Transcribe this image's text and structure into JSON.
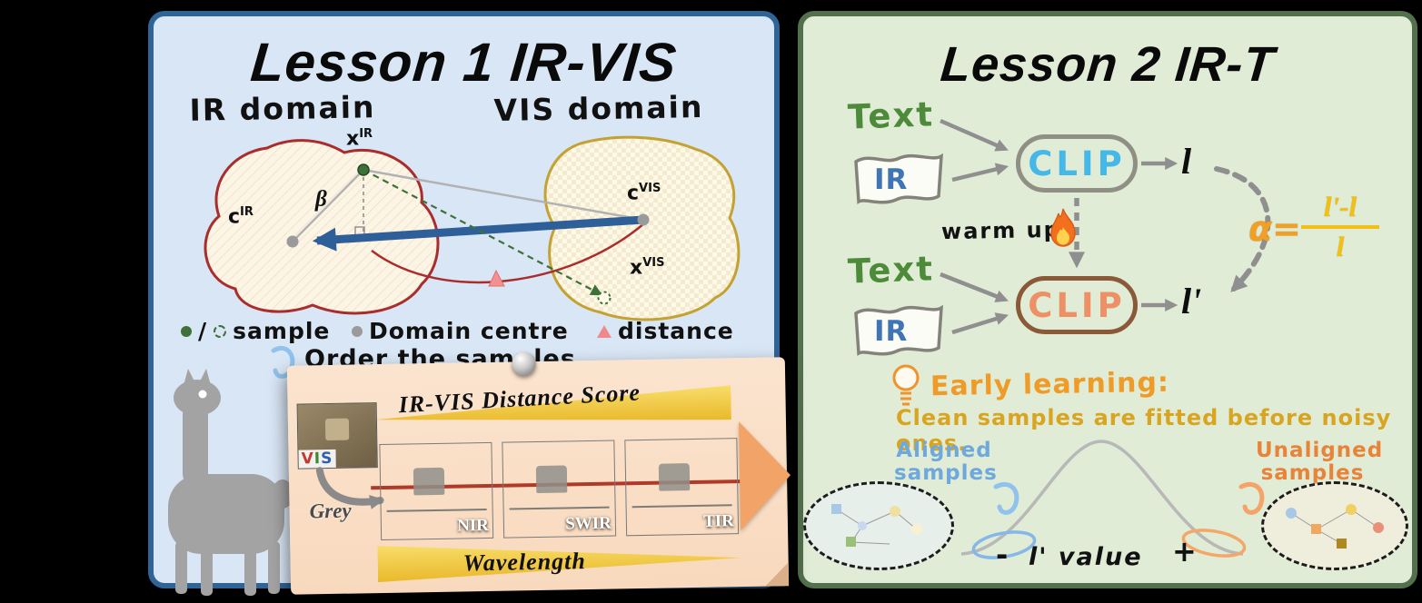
{
  "colors": {
    "panel1_bg": "#d9e6f5",
    "panel1_border": "#2f6496",
    "panel2_bg": "#e0ecd6",
    "panel2_border": "#53704c",
    "ir_blob_stroke": "#aa2d2d",
    "vis_blob_stroke": "#c3a233",
    "centre_arrow_blue": "#2f5f98",
    "sample_green": "#3e7039",
    "distance_pink": "#f08a8a",
    "clip1_text": "#45b8e8",
    "clip2_text": "#ee9066",
    "alpha_orange": "#f0a028",
    "fraction_yellow": "#f2c012",
    "early_orange": "#ef9b27",
    "early_gold": "#d9a520",
    "aligned_blue": "#6fa8dc",
    "unaligned_orange": "#e8833a"
  },
  "lesson1": {
    "title": "Lesson 1 IR-VIS",
    "ir_domain": "IR domain",
    "vis_domain": "VIS domain",
    "points": {
      "x_ir": {
        "base": "x",
        "sup": "IR"
      },
      "c_ir": {
        "base": "c",
        "sup": "IR"
      },
      "c_vis": {
        "base": "c",
        "sup": "VIS"
      },
      "x_vis": {
        "base": "x",
        "sup": "VIS"
      },
      "beta": "β"
    },
    "legend": {
      "sep": "/",
      "sample": "sample",
      "centre": "Domain centre",
      "distance": "distance"
    },
    "order_text": "Order the samples",
    "strip": {
      "score_title": "IR-VIS Distance Score",
      "vis_letters": [
        "V",
        "I",
        "S"
      ],
      "grey": "Grey",
      "bands": [
        "NIR",
        "SWIR",
        "TIR"
      ],
      "wavelength": "Wavelength"
    }
  },
  "lesson2": {
    "title": "Lesson 2 IR-T",
    "stage1": {
      "text": "Text",
      "ir": "IR",
      "clip": "CLIP",
      "out": "l"
    },
    "stage2": {
      "text": "Text",
      "ir": "IR",
      "clip": "CLIP",
      "out": "l'"
    },
    "warm_up": "warm up",
    "alpha": "α=",
    "fraction": {
      "numerator": "l'-l",
      "denominator": "l"
    },
    "early": {
      "title": "Early learning:",
      "body": "Clean samples are fitted before noisy ones."
    },
    "dist": {
      "aligned1": "Aligned",
      "aligned2": "samples",
      "unaligned1": "Unaligned",
      "unaligned2": "samples",
      "minus": "-",
      "axis": "l' value",
      "plus": "+"
    }
  }
}
